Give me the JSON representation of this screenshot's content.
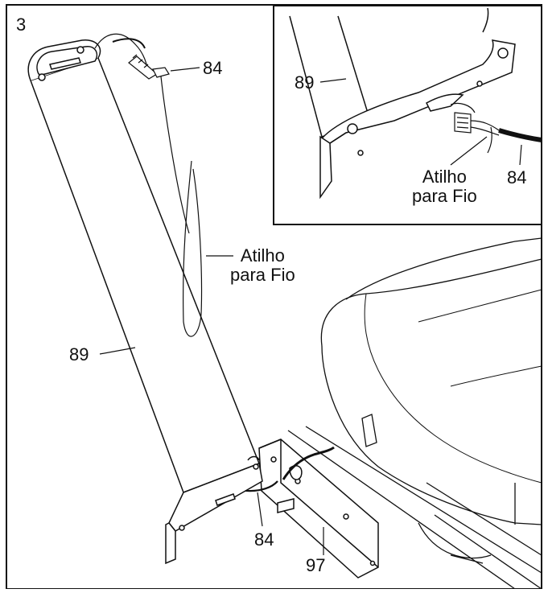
{
  "step": {
    "number": "3"
  },
  "labels": {
    "main_part_number_top": "84",
    "main_upright": "89",
    "main_wire_tie_line1": "Atilho",
    "main_wire_tie_line2": "para Fio",
    "main_part_number_bottom": "84",
    "main_frame": "97",
    "inset_upright": "89",
    "inset_wire": "84",
    "inset_wire_tie_line1": "Atilho",
    "inset_wire_tie_line2": "para Fio"
  }
}
